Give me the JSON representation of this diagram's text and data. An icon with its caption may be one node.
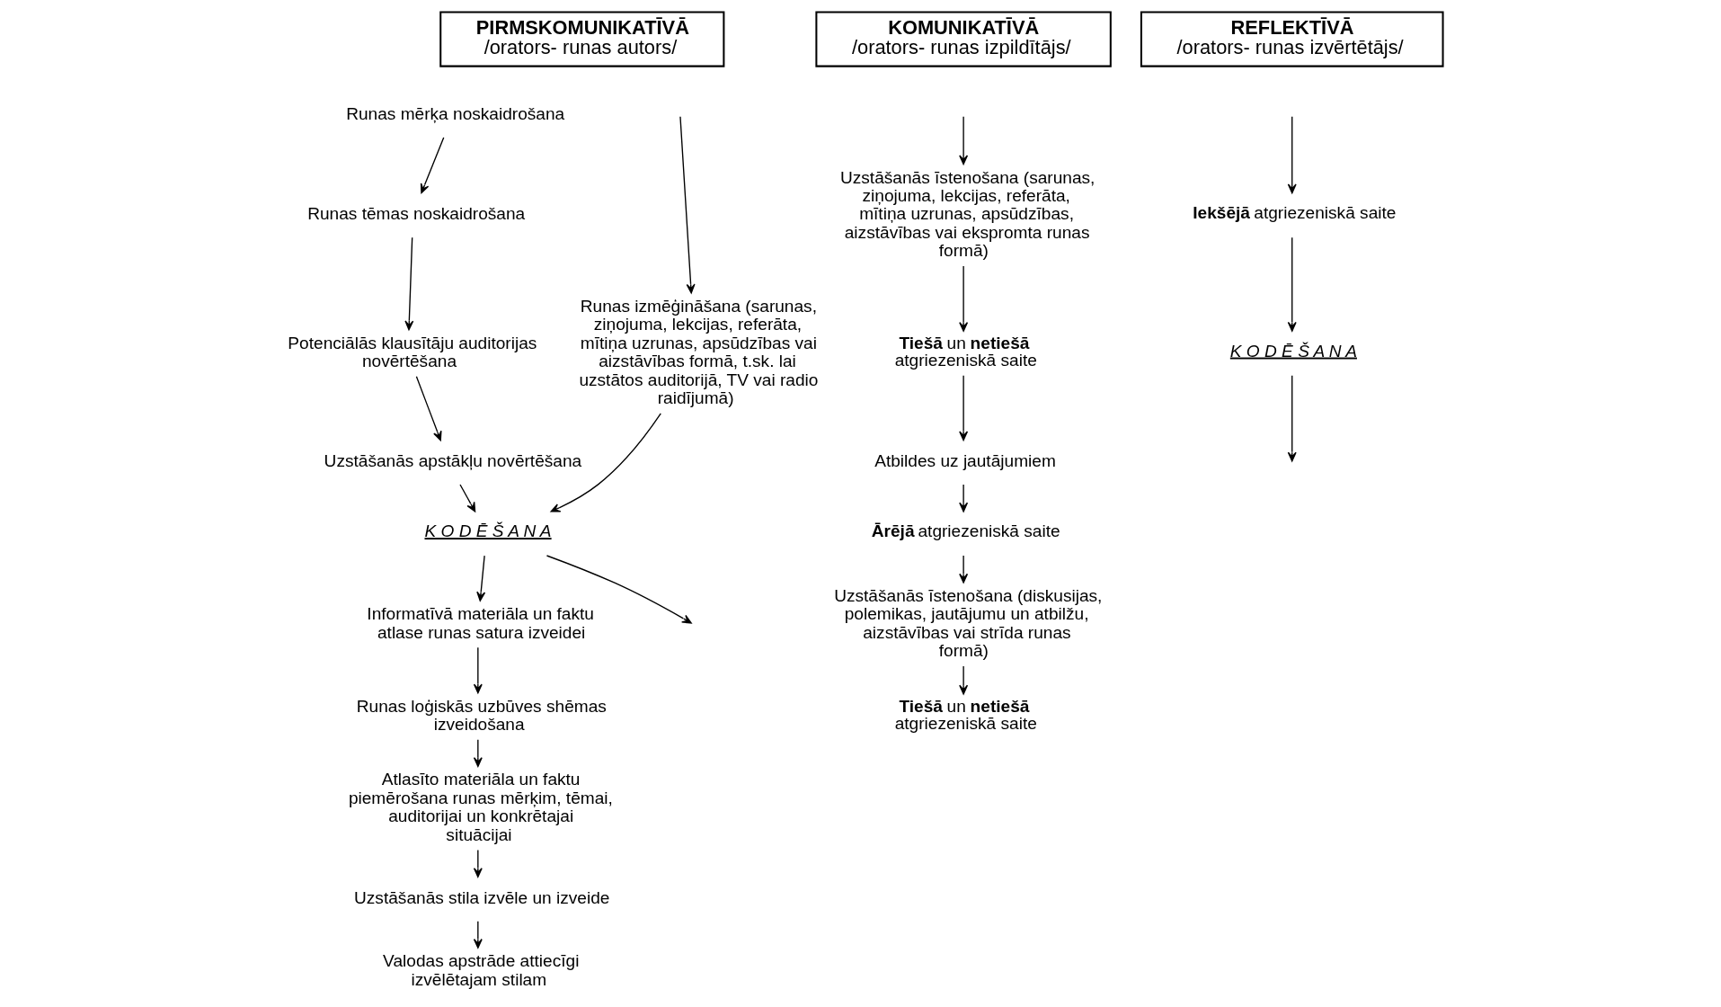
{
  "diagram": {
    "nodes": [
      {
        "text": [
          "PIRMSKOMUNIKATĪVĀ",
          "/orators- runas autors/"
        ]
      },
      {
        "text": [
          "Runas mērķa noskaidrošana"
        ]
      },
      {
        "text": [
          "Runas tēmas noskaidrošana"
        ]
      },
      {
        "text": [
          "Potenciālās klausītāju auditorijas novērtēšana"
        ]
      },
      {
        "text": [
          "Uzstāšanās apstākļu novērtēšana"
        ]
      },
      {
        "text": [
          "K O D Ē Š A N A"
        ]
      },
      {
        "text": [
          "Informatīvā materiāla un faktu atlase runas satura izveidei"
        ]
      },
      {
        "text": [
          "Runas loģiskās uzbūves shēmas izveidošana"
        ]
      },
      {
        "text": [
          "Atlasīto materiāla un faktu piemērošana runas mērķim, tēmai, auditorijai un konkrētajai situācijai"
        ]
      },
      {
        "text": [
          "Uzstāšanās stila izvēle un izveide"
        ]
      },
      {
        "text": [
          "Valodas apstrāde attiecīgi izvēlētajam stilam"
        ]
      },
      {
        "text": [
          "Runas izmēģināšana (sarunas, ziņojuma, lekcijas, referāta, mītiņa uzrunas, apsūdzības vai aizstāvības formā, t.sk. lai uzstātos auditorijā, TV vai radio raidījumā)"
        ]
      },
      {
        "text": [
          "KOMUNIKATĪVĀ",
          "/orators- runas izpildītājs/"
        ]
      },
      {
        "text": [
          "Uzstāšanās īstenošana (sarunas, ziņojuma, lekcijas, referāta, mītiņa uzrunas, apsūdzības, aizstāvības vai ekspromta runas formā)"
        ]
      },
      {
        "text": [
          "**Tiešā** un **netiešā** atgriezeniskā saite"
        ]
      },
      {
        "text": [
          "Atbildes uz jautājumiem"
        ]
      },
      {
        "text": [
          "**Ārējā** atgriezeniskā saite"
        ]
      },
      {
        "text": [
          "Uzstāšanās īstenošana (diskusijas, polemikas, jautājumu un atbilžu, aizstāvības vai strīda runas formā)"
        ]
      },
      {
        "text": [
          "**Tiešā** un **netiešā** atgriezeniskā saite"
        ]
      },
      {
        "text": [
          "REFLEKTĪVĀ",
          "/orators- runas izvērtētājs/"
        ]
      },
      {
        "text": [
          "**Iekšējā** atgriezeniskā saite"
        ]
      },
      {
        "text": [
          "K O D Ē Š A N A"
        ]
      }
    ],
    "edges": [
      {
        "from": 1,
        "to": 2,
        "arrow": "to"
      },
      {
        "from": 2,
        "to": 3,
        "arrow": "to"
      },
      {
        "from": 3,
        "to": 4,
        "arrow": "to"
      },
      {
        "from": 4,
        "to": 5,
        "arrow": "to"
      },
      {
        "from": 5,
        "to": 6,
        "arrow": "to"
      },
      {
        "from": 6,
        "to": 7,
        "arrow": "to"
      },
      {
        "from": 7,
        "to": 8,
        "arrow": "to"
      },
      {
        "from": 8,
        "to": 9,
        "arrow": "to"
      },
      {
        "from": 9,
        "to": 10,
        "arrow": "to"
      },
      {
        "from": null,
        "to": 11,
        "arrow": "to"
      },
      {
        "from": 11,
        "to": 5,
        "arrow": "to"
      },
      {
        "from": 5,
        "to": null,
        "arrow": "to"
      },
      {
        "from": null,
        "to": 13,
        "arrow": "to"
      },
      {
        "from": 13,
        "to": 14,
        "arrow": "to"
      },
      {
        "from": 14,
        "to": 15,
        "arrow": "to"
      },
      {
        "from": 15,
        "to": 16,
        "arrow": "to"
      },
      {
        "from": 16,
        "to": 17,
        "arrow": "to"
      },
      {
        "from": 17,
        "to": 18,
        "arrow": "to"
      },
      {
        "from": null,
        "to": 20,
        "arrow": "to"
      },
      {
        "from": 20,
        "to": 21,
        "arrow": "to"
      },
      {
        "from": 21,
        "to": null,
        "arrow": "to"
      }
    ]
  }
}
